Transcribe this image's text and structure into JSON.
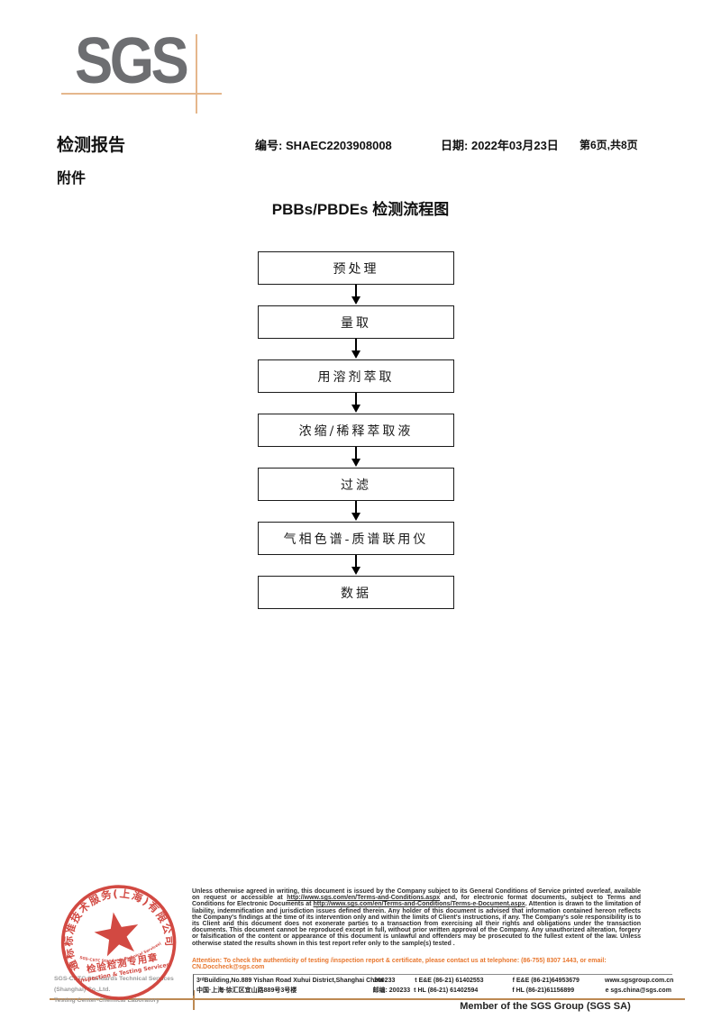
{
  "logo": {
    "text": "SGS"
  },
  "header": {
    "report_title": "检测报告",
    "report_no_label": "编号:",
    "report_no": "SHAEC2203908008",
    "date_label": "日期:",
    "date_value": "2022年03月23日",
    "page_info": "第6页,共8页",
    "attachment_label": "附件"
  },
  "flowchart": {
    "title": "PBBs/PBDEs 检测流程图",
    "steps": [
      "预处理",
      "量取",
      "用溶剂萃取",
      "浓缩/稀释萃取液",
      "过滤",
      "气相色谱-质谱联用仪",
      "数据"
    ]
  },
  "stamp": {
    "ring_text": "通标标准技术服务(上海)有限公司",
    "inner_arc_text": "SGS-CSTC Standards Technical Services(Shanghai)Co.,Ltd.",
    "seal_line1": "检验检测专用章",
    "seal_line2": "Inspection & Testing Services",
    "company_gray_line1": "SGS-CSTC Standards Technical Services (Shanghai) Co.,Ltd.",
    "company_gray_line2": "Testing Center-Chemical Laboratory"
  },
  "footer": {
    "disclaimer_p1": "Unless otherwise agreed in writing, this document is issued by the Company subject to its General Conditions of Service printed overleaf, available on request or accessible at ",
    "disclaimer_link1": "http://www.sgs.com/en/Terms-and-Conditions.aspx",
    "disclaimer_p2": " and, for electronic format documents, subject to Terms and Conditions for Electronic Documents at ",
    "disclaimer_link2": "http://www.sgs.com/en/Terms-and-Conditions/Terms-e-Document.aspx",
    "disclaimer_p3": ". Attention is drawn to the limitation of liability, indemnification and jurisdiction issues defined therein. Any holder of this document is advised that information contained hereon reflects the Company's findings at the time of its intervention only and within the limits of Client's instructions, if any. The Company's sole responsibility is to its Client and this document does not exonerate parties to a transaction from exercising all their rights and obligations under the transaction documents. This document cannot be reproduced except in full, without prior written approval of the Company. Any unauthorized alteration, forgery or falsification of the content or appearance of this document is unlawful and offenders may be prosecuted to the fullest extent of the law. Unless otherwise stated the results shown in this test report refer only to the sample(s) tested .",
    "attention_text": "Attention: To check the authenticity of testing /inspection report & certificate, please contact us at telephone: (86-755) 8307 1443, or email: CN.Doccheck@sgs.com",
    "address_en": "3ʳᵈBuilding,No.889 Yishan Road Xuhui District,Shanghai China",
    "postcode_en": "200233",
    "tel_ee": "t E&E (86-21) 61402553",
    "fax_ee": "f E&E (86-21)64953679",
    "website": "www.sgsgroup.com.cn",
    "address_cn": "中国·上海·徐汇区宜山路889号3号楼",
    "postcode_cn": "邮编: 200233",
    "tel_hl": "t HL (86-21) 61402594",
    "fax_hl": "f HL (86-21)61156899",
    "email": "e sgs.china@sgs.com",
    "member_text": "Member of the SGS Group (SGS SA)"
  },
  "colors": {
    "logo_gray": "#6d6e71",
    "accent_tan": "#e5b78c",
    "footer_rule": "#bd8952",
    "stamp_red": "#cf3a32",
    "attention_orange": "#e8762d"
  }
}
